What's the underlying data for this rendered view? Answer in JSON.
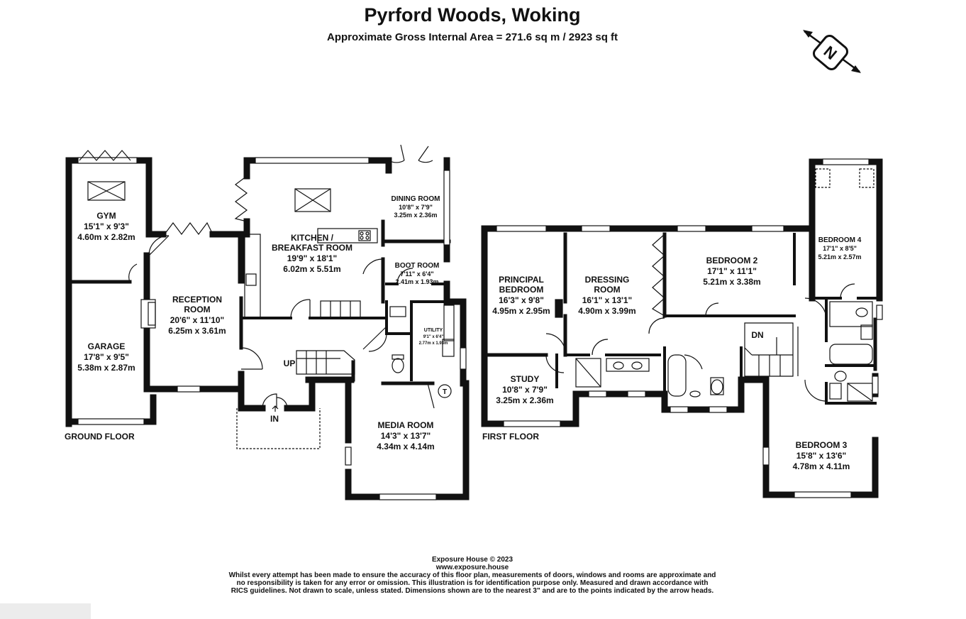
{
  "title": "Pyrford Woods, Woking",
  "subtitle": "Approximate Gross Internal Area = 271.6 sq m / 2923 sq ft",
  "compass": {
    "letter": "N",
    "icon": "north-arrow-icon"
  },
  "floors": {
    "ground": "GROUND FLOOR",
    "first": "FIRST FLOOR"
  },
  "rooms": {
    "gym": {
      "name": "GYM",
      "imperial": "15'1\" x 9'3\"",
      "metric": "4.60m x 2.82m"
    },
    "garage": {
      "name": "GARAGE",
      "imperial": "17'8\" x 9'5\"",
      "metric": "5.38m x 2.87m"
    },
    "reception": {
      "name1": "RECEPTION",
      "name2": "ROOM",
      "imperial": "20'6\" x 11'10\"",
      "metric": "6.25m x 3.61m"
    },
    "kitchen": {
      "name1": "KITCHEN /",
      "name2": "BREAKFAST ROOM",
      "imperial": "19'9\" x 18'1\"",
      "metric": "6.02m x 5.51m"
    },
    "dining": {
      "name": "DINING ROOM",
      "imperial": "10'8\" x 7'9\"",
      "metric": "3.25m x 2.36m"
    },
    "boot": {
      "name": "BOOT ROOM",
      "imperial": "7'11\" x 6'4\"",
      "metric": "2.41m x 1.93m"
    },
    "utility": {
      "name": "UTILITY",
      "imperial": "9'1\" x 6'4\"",
      "metric": "2.77m x 1.93m"
    },
    "media": {
      "name": "MEDIA ROOM",
      "imperial": "14'3\" x 13'7\"",
      "metric": "4.34m x 4.14m"
    },
    "principal": {
      "name1": "PRINCIPAL",
      "name2": "BEDROOM",
      "imperial": "16'3\" x 9'8\"",
      "metric": "4.95m x 2.95m"
    },
    "dressing": {
      "name1": "DRESSING",
      "name2": "ROOM",
      "imperial": "16'1\" x 13'1\"",
      "metric": "4.90m x 3.99m"
    },
    "bedroom2": {
      "name": "BEDROOM 2",
      "imperial": "17'1\" x 11'1\"",
      "metric": "5.21m x 3.38m"
    },
    "bedroom4": {
      "name": "BEDROOM 4",
      "imperial": "17'1\" x 8'5\"",
      "metric": "5.21m x 2.57m"
    },
    "study": {
      "name": "STUDY",
      "imperial": "10'8\" x 7'9\"",
      "metric": "3.25m x 2.36m"
    },
    "bedroom3": {
      "name": "BEDROOM 3",
      "imperial": "15'8\" x 13'6\"",
      "metric": "4.78m x 4.11m"
    }
  },
  "markers": {
    "up": "UP",
    "in": "IN",
    "dn": "DN",
    "tank": "T"
  },
  "footer": {
    "line1": "Exposure House © 2023",
    "line2": "www.exposure.house",
    "line3": "Whilst every attempt has been made to ensure the accuracy of this floor plan, measurements of doors, windows and rooms are approximate and",
    "line4": "no responsibility is taken for any error or omission. This illustration is for identification purpose only. Measured and drawn accordance with",
    "line5": "RICS guidelines. Not drawn to scale, unless stated. Dimensions shown are to the nearest 3\" and are to the points indicated by the arrow heads."
  },
  "colors": {
    "wall": "#111111",
    "background": "#ffffff",
    "window": "#ffffff"
  }
}
